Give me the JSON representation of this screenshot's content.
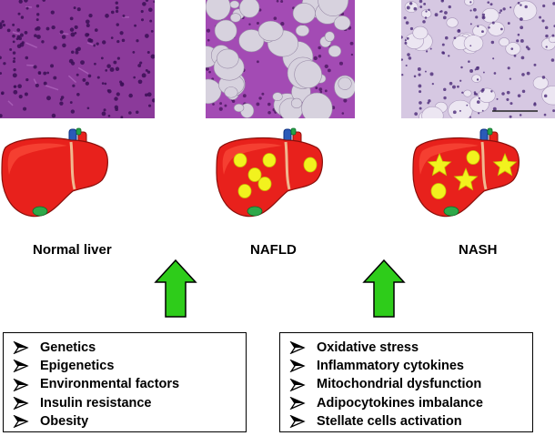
{
  "stages": [
    {
      "id": "normal",
      "label": "Normal liver"
    },
    {
      "id": "nafld",
      "label": "NAFLD"
    },
    {
      "id": "nash",
      "label": "NASH"
    }
  ],
  "factor_boxes": {
    "left": [
      "Genetics",
      "Epigenetics",
      "Environmental factors",
      "Insulin resistance",
      "Obesity"
    ],
    "right": [
      "Oxidative stress",
      "Inflammatory cytokines",
      "Mitochondrial dysfunction",
      "Adipocytokines imbalance",
      "Stellate cells activation"
    ]
  },
  "colors": {
    "liver_red": "#e8211c",
    "liver_dark": "#b5110d",
    "fat_yellow": "#f2f21e",
    "arrow_green": "#2ecc1a",
    "histo_purple": "#8a3f9e",
    "histo_nash": "#c9b7d8"
  },
  "icons": {
    "bullet": "arrowhead-bullet-icon",
    "arrow": "up-arrow-icon"
  }
}
